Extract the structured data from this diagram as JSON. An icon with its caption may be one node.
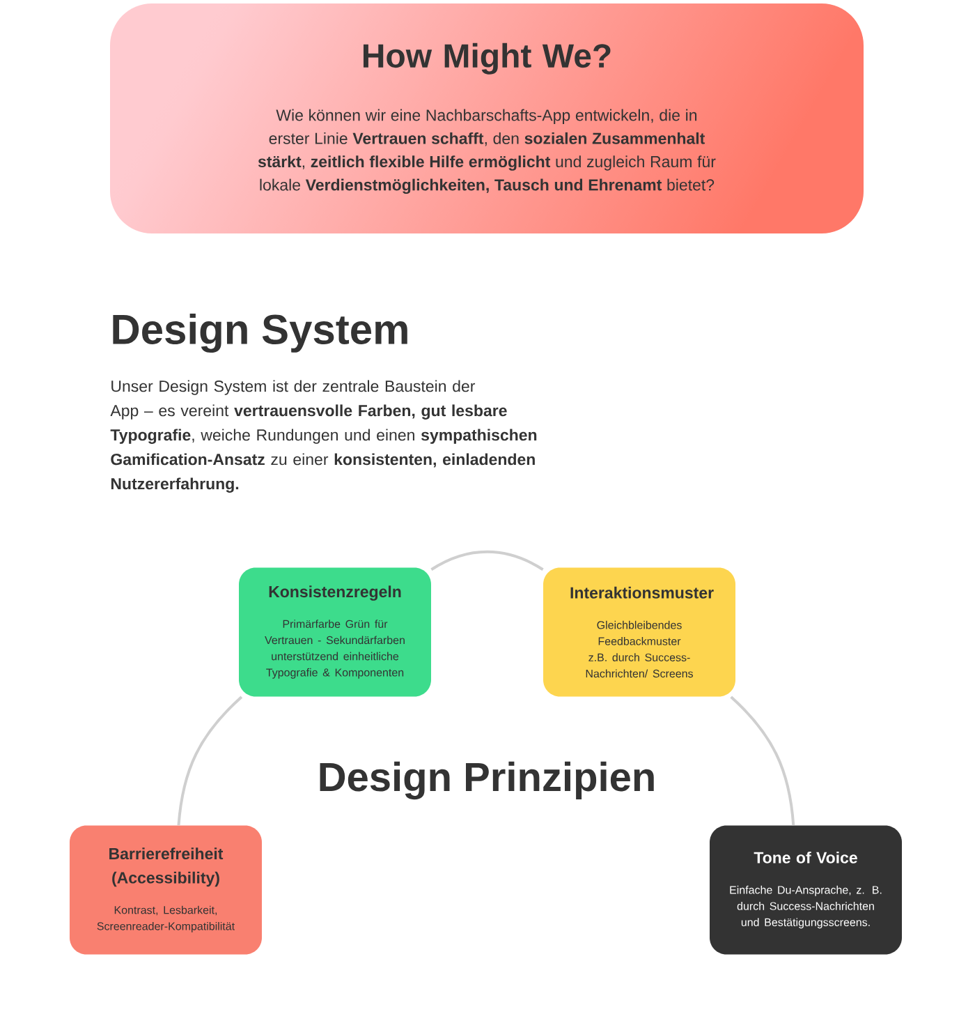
{
  "diagram": {
    "nodes": [
      {
        "text": [
          "How Might We?",
          "Wie können wir eine Nachbarschafts-App entwickeln, die in erster Linie **Vertrauen schafft**, den **sozialen Zusammenhalt stärkt**, **zeitlich flexible Hilfe ermöglicht** und zugleich Raum für lokale **Verdienstmöglichkeiten, Tausch und Ehrenamt** bietet?"
        ]
      },
      {
        "text": [
          "Konsistenzregeln",
          "Primärfarbe Grün für Vertrauen - Sekundärfarben unterstützend einheitliche Typografie & Komponenten"
        ]
      },
      {
        "text": [
          "Interaktionsmuster",
          "Gleichbleibendes Feedbackmuster z.B. durch Success-Nachrichten/ Screens"
        ]
      },
      {
        "text": [
          "Barrierefreiheit (Accessibility)",
          "Kontrast, Lesbarkeit, Screenreader-Kompatibilität"
        ]
      },
      {
        "text": [
          "Tone of Voice",
          "Einfache Du-Ansprache, z. B. durch Success-Nachrichten und Bestätigungsscreens."
        ]
      }
    ],
    "edges": [
      {
        "from": 3,
        "to": 1,
        "arrow": "none"
      },
      {
        "from": 1,
        "to": 2,
        "arrow": "none"
      },
      {
        "from": 2,
        "to": 4,
        "arrow": "none"
      }
    ],
    "labels": [
      "Design System",
      "Unser Design System ist der zentrale Baustein der App – es vereint **vertrauensvolle Farben, gut lesbare Typografie**, weiche Rundungen und einen **sympathischen Gamification-Ansatz** zu einer **konsistenten, einladenden Nutzererfahrung.**",
      "Design Prinzipien"
    ]
  }
}
